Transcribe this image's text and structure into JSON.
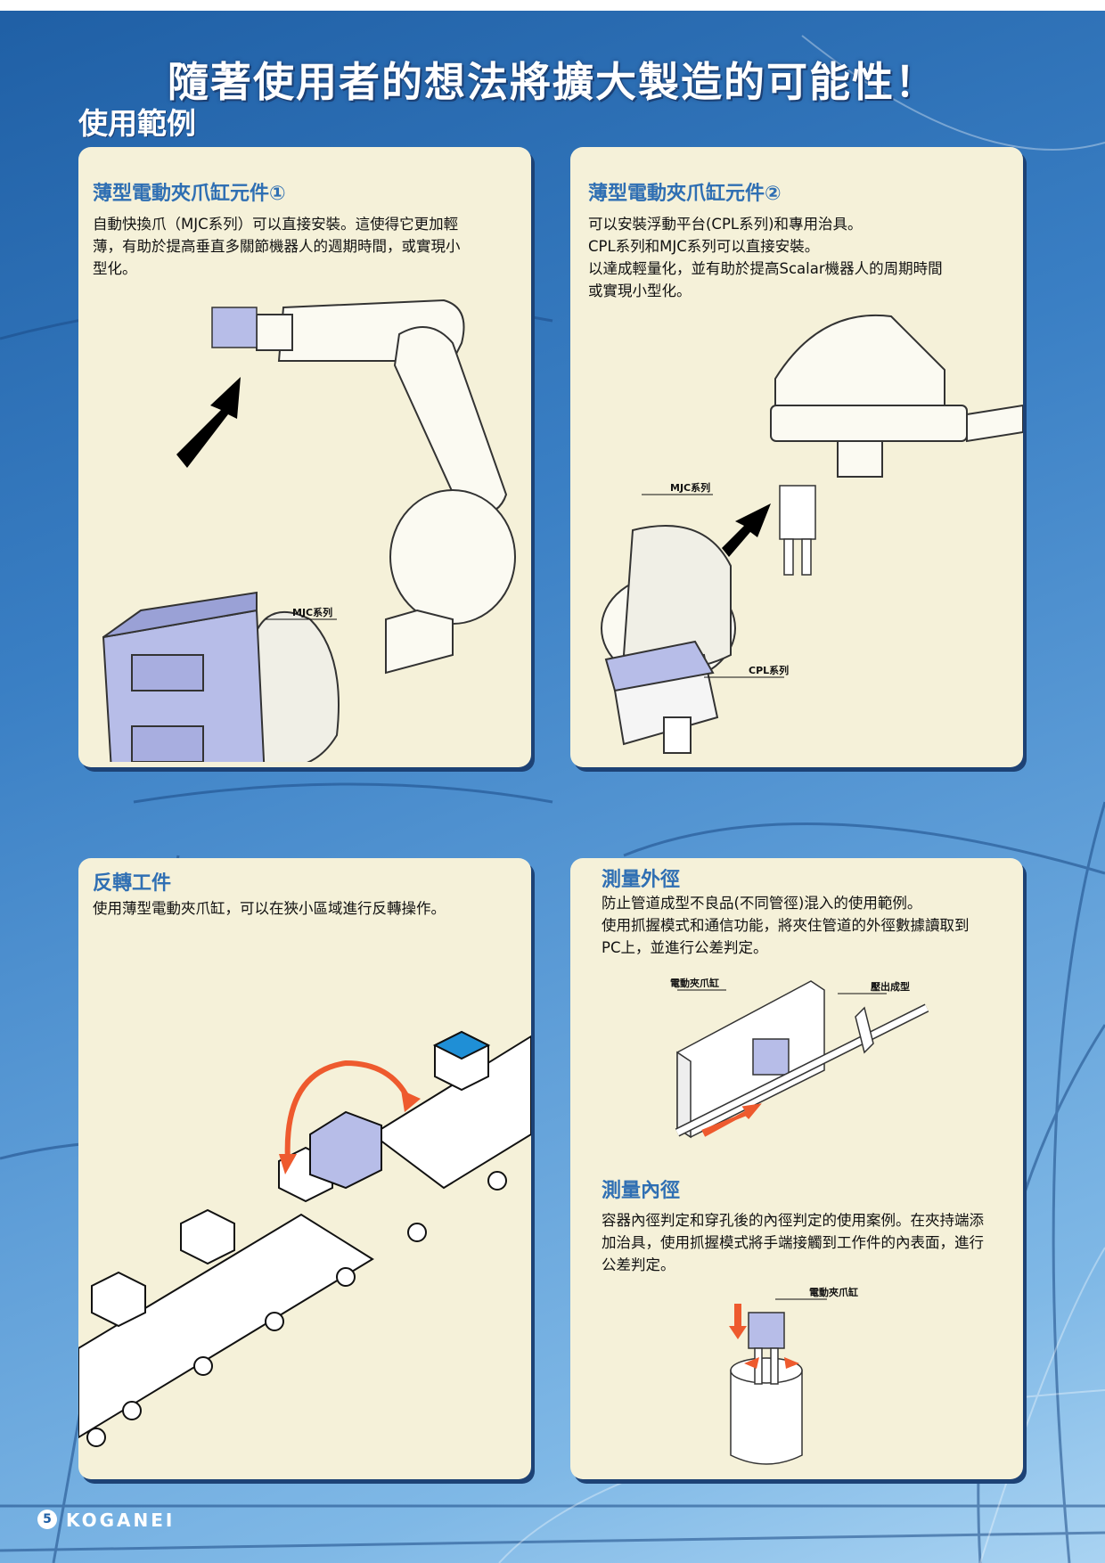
{
  "page": {
    "headline": "隨著使用者的想法將擴大製造的可能性！",
    "section": "使用範例",
    "page_number": "5",
    "brand": "KOGANEI"
  },
  "cards": [
    {
      "title": "薄型電動夾爪缸元件①",
      "text_lines": [
        "自動快換爪（MJC系列）可以直接安裝。這使得它更加輕",
        "薄，有助於提高垂直多關節機器人的週期時間，或實現小",
        "型化。"
      ],
      "callouts": [
        "MJC系列"
      ]
    },
    {
      "title": "薄型電動夾爪缸元件②",
      "text_lines": [
        "可以安裝浮動平台(CPL系列)和專用治具。",
        "CPL系列和MJC系列可以直接安裝。",
        "以達成輕量化，並有助於提高Scalar機器人的周期時間",
        "或實現小型化。"
      ],
      "callouts": [
        "MJC系列",
        "CPL系列"
      ]
    },
    {
      "title": "反轉工件",
      "text_lines": [
        "使用薄型電動夾爪缸，可以在狹小區域進行反轉操作。"
      ],
      "callouts": []
    },
    {
      "title": "測量外徑",
      "text_lines": [
        "防止管道成型不良品(不同管徑)混入的使用範例。",
        "使用抓握模式和通信功能，將夾住管道的外徑數據讀取到",
        "PC上，並進行公差判定。"
      ],
      "callouts": [
        "電動夾爪缸",
        "壓出成型"
      ],
      "sub_title": "測量內徑",
      "sub_text_lines": [
        "容器內徑判定和穿孔後的內徑判定的使用案例。在夾持端添",
        "加治具，使用抓握模式將手端接觸到工作件的內表面，進行",
        "公差判定。"
      ],
      "sub_callouts": [
        "電動夾爪缸"
      ]
    }
  ],
  "colors": {
    "card_bg": "#f5f1d9",
    "card_title": "#2f6fb3",
    "gripper": "#b7bde8",
    "arrow_orange": "#ee5a2e",
    "box_blue": "#1f8fd6"
  }
}
